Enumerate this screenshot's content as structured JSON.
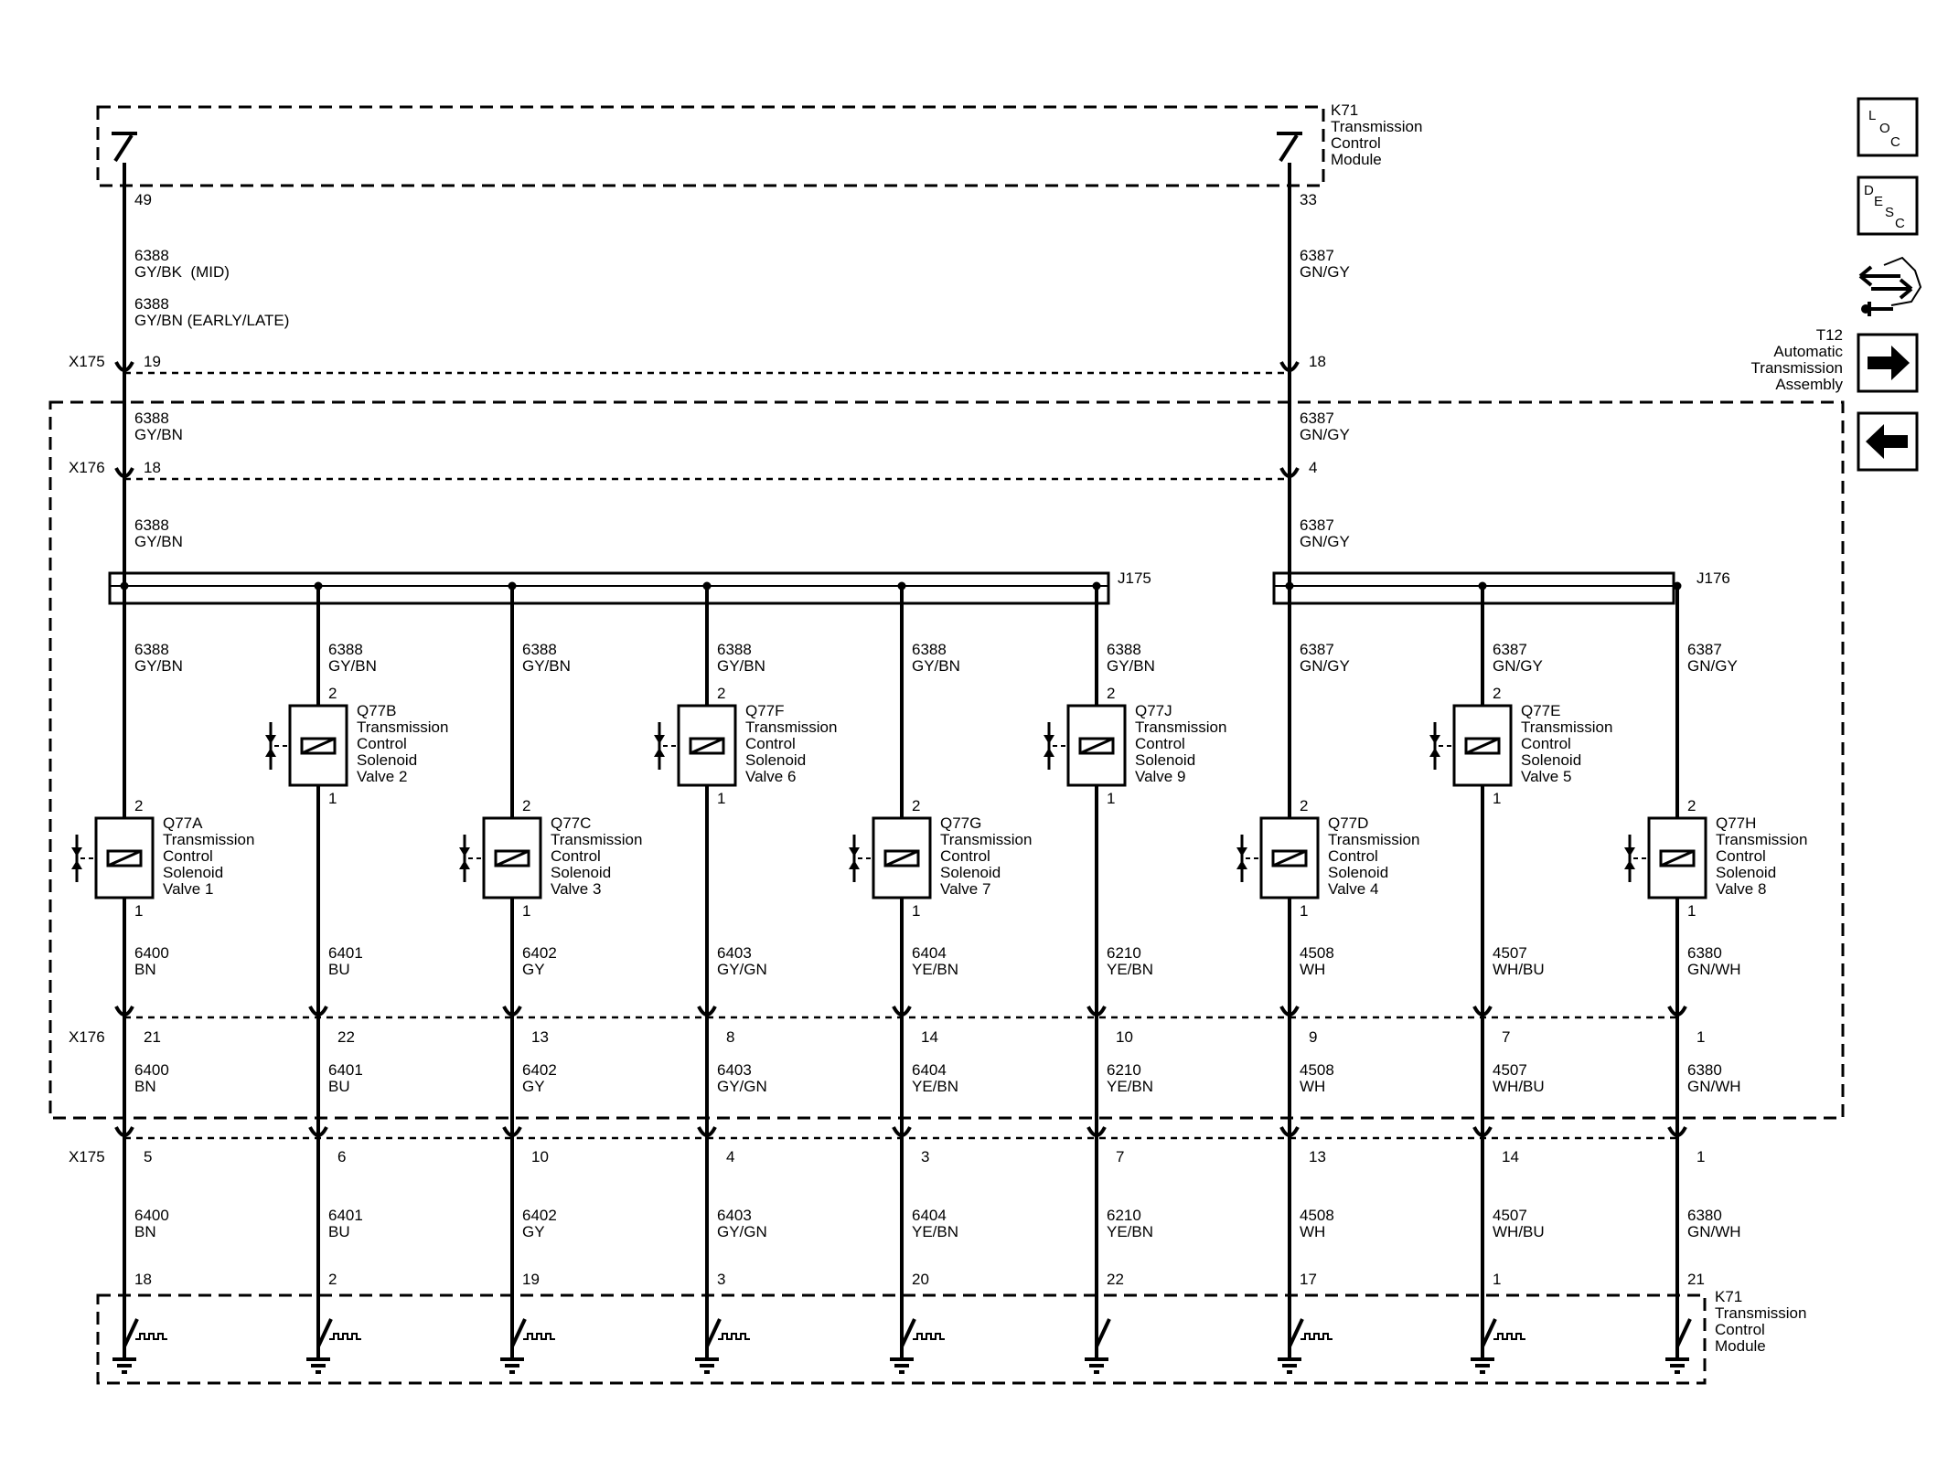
{
  "modules": {
    "k71_top": {
      "ref": "K71",
      "lines": [
        "Transmission",
        "Control",
        "Module"
      ]
    },
    "k71_bottom": {
      "ref": "K71",
      "lines": [
        "Transmission",
        "Control",
        "Module"
      ]
    },
    "t12": {
      "ref": "T12",
      "lines": [
        "Automatic",
        "Transmission",
        "Assembly"
      ]
    }
  },
  "icons": {
    "loc": [
      "L",
      "O",
      "C"
    ],
    "desc": [
      "D",
      "E",
      "S",
      "C"
    ],
    "items": [
      "loc-icon",
      "desc-icon",
      "diagnostic-icon",
      "arrow-right-icon",
      "arrow-left-icon"
    ]
  },
  "connectors": {
    "x175": "X175",
    "x176": "X176"
  },
  "splices": {
    "j175": "J175",
    "j176": "J176"
  },
  "left_trunk": {
    "k71_pin": "49",
    "w1": [
      "6388",
      "GY/BK  (MID)"
    ],
    "w1b": [
      "6388",
      "GY/BN (EARLY/LATE)"
    ],
    "x175_pin": "19",
    "w2": [
      "6388",
      "GY/BN"
    ],
    "x176_pin": "18",
    "w3": [
      "6388",
      "GY/BN"
    ]
  },
  "right_trunk": {
    "k71_pin": "33",
    "w1": [
      "6387",
      "GN/GY"
    ],
    "x175_pin": "18",
    "w2": [
      "6387",
      "GN/GY"
    ],
    "x176_pin": "4",
    "w3": [
      "6387",
      "GN/GY"
    ]
  },
  "branches": [
    {
      "feed": [
        "6388",
        "GY/BN"
      ],
      "ref": "Q77A",
      "name": [
        "Transmission",
        "Control",
        "Solenoid",
        "Valve 1"
      ],
      "pin_top": "2",
      "pin_bot": "1",
      "wire": [
        "6400",
        "BN"
      ],
      "x176": "21",
      "x175": "5",
      "k71": "18"
    },
    {
      "feed": [
        "6388",
        "GY/BN"
      ],
      "ref": "Q77B",
      "name": [
        "Transmission",
        "Control",
        "Solenoid",
        "Valve 2"
      ],
      "pin_top": "2",
      "pin_bot": "1",
      "wire": [
        "6401",
        "BU"
      ],
      "x176": "22",
      "x175": "6",
      "k71": "2"
    },
    {
      "feed": [
        "6388",
        "GY/BN"
      ],
      "ref": "Q77C",
      "name": [
        "Transmission",
        "Control",
        "Solenoid",
        "Valve 3"
      ],
      "pin_top": "2",
      "pin_bot": "1",
      "wire": [
        "6402",
        "GY"
      ],
      "x176": "13",
      "x175": "10",
      "k71": "19"
    },
    {
      "feed": [
        "6388",
        "GY/BN"
      ],
      "ref": "Q77F",
      "name": [
        "Transmission",
        "Control",
        "Solenoid",
        "Valve 6"
      ],
      "pin_top": "2",
      "pin_bot": "1",
      "wire": [
        "6403",
        "GY/GN"
      ],
      "x176": "8",
      "x175": "4",
      "k71": "3"
    },
    {
      "feed": [
        "6388",
        "GY/BN"
      ],
      "ref": "Q77G",
      "name": [
        "Transmission",
        "Control",
        "Solenoid",
        "Valve 7"
      ],
      "pin_top": "2",
      "pin_bot": "1",
      "wire": [
        "6404",
        "YE/BN"
      ],
      "x176": "14",
      "x175": "3",
      "k71": "20"
    },
    {
      "feed": [
        "6388",
        "GY/BN"
      ],
      "ref": "Q77J",
      "name": [
        "Transmission",
        "Control",
        "Solenoid",
        "Valve 9"
      ],
      "pin_top": "2",
      "pin_bot": "1",
      "wire": [
        "6210",
        "YE/BN"
      ],
      "x176": "10",
      "x175": "7",
      "k71": "22"
    },
    {
      "feed": [
        "6387",
        "GN/GY"
      ],
      "ref": "Q77D",
      "name": [
        "Transmission",
        "Control",
        "Solenoid",
        "Valve 4"
      ],
      "pin_top": "2",
      "pin_bot": "1",
      "wire": [
        "4508",
        "WH"
      ],
      "x176": "9",
      "x175": "13",
      "k71": "17"
    },
    {
      "feed": [
        "6387",
        "GN/GY"
      ],
      "ref": "Q77E",
      "name": [
        "Transmission",
        "Control",
        "Solenoid",
        "Valve 5"
      ],
      "pin_top": "2",
      "pin_bot": "1",
      "wire": [
        "4507",
        "WH/BU"
      ],
      "x176": "7",
      "x175": "14",
      "k71": "1"
    },
    {
      "feed": [
        "6387",
        "GN/GY"
      ],
      "ref": "Q77H",
      "name": [
        "Transmission",
        "Control",
        "Solenoid",
        "Valve 8"
      ],
      "pin_top": "2",
      "pin_bot": "1",
      "wire": [
        "6380",
        "GN/WH"
      ],
      "x176": "1",
      "x175": "1",
      "k71": "21"
    }
  ]
}
